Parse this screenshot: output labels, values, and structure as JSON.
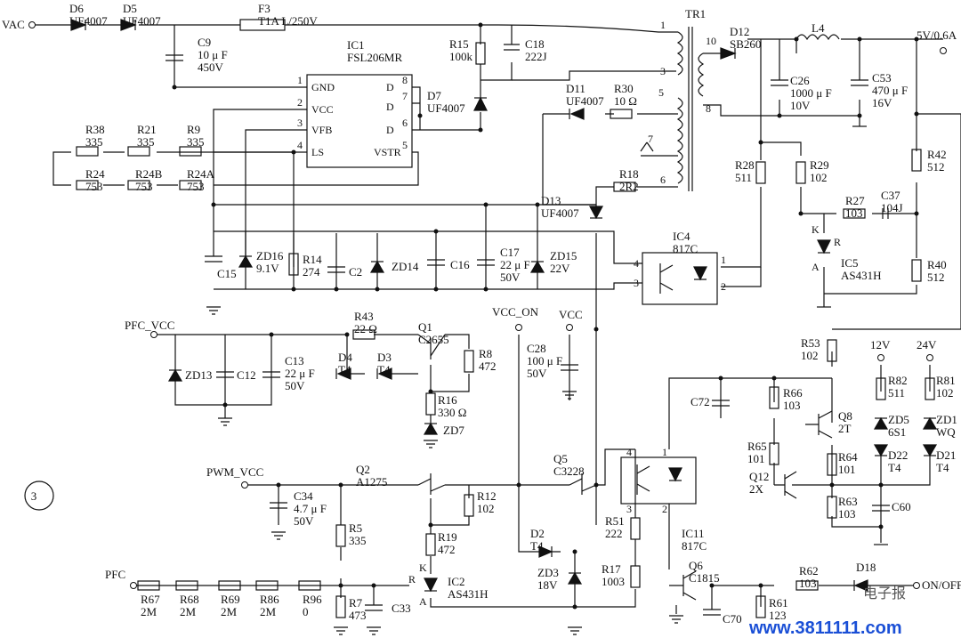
{
  "figure_number": "3",
  "nets": {
    "vac": "VAC",
    "out_5v": "5V/0.6A",
    "pfc_vcc": "PFC_VCC",
    "vcc_on": "VCC_ON",
    "vcc": "VCC",
    "pwm_vcc": "PWM_VCC",
    "pfc": "PFC",
    "v12": "12V",
    "v24": "24V",
    "on_off": "ON/OFF"
  },
  "components": {
    "D6": [
      "D6",
      "UF4007"
    ],
    "D5": [
      "D5",
      "UF4007"
    ],
    "F3": [
      "F3",
      "T1A L/250V"
    ],
    "C9": [
      "C9",
      "10 μ F",
      "450V"
    ],
    "IC1": [
      "IC1",
      "FSL206MR"
    ],
    "R15": [
      "R15",
      "100k"
    ],
    "C18": [
      "C18",
      "222J"
    ],
    "D7": [
      "D7",
      "UF4007"
    ],
    "TR1": [
      "TR1"
    ],
    "D12": [
      "D12",
      "SB260"
    ],
    "L4": [
      "L4"
    ],
    "C26": [
      "C26",
      "1000 μ F",
      "10V"
    ],
    "C53": [
      "C53",
      "470 μ F",
      "16V"
    ],
    "R38": [
      "R38",
      "335"
    ],
    "R21": [
      "R21",
      "335"
    ],
    "R9": [
      "R9",
      "335"
    ],
    "R24": [
      "R24",
      "753"
    ],
    "R24B": [
      "R24B",
      "753"
    ],
    "R24A": [
      "R24A",
      "753"
    ],
    "D11": [
      "D11",
      "UF4007"
    ],
    "R30": [
      "R30",
      "10 Ω"
    ],
    "R18": [
      "R18",
      "2R2"
    ],
    "D13": [
      "D13",
      "UF4007"
    ],
    "R28": [
      "R28",
      "511"
    ],
    "R29": [
      "R29",
      "102"
    ],
    "R42": [
      "R42",
      "512"
    ],
    "R27": [
      "R27",
      "103"
    ],
    "C37": [
      "C37",
      "104J"
    ],
    "R40": [
      "R40",
      "512"
    ],
    "IC4": [
      "IC4",
      "817C"
    ],
    "IC5": [
      "IC5",
      "AS431H"
    ],
    "C15": [
      "C15"
    ],
    "ZD16": [
      "ZD16",
      "9.1V"
    ],
    "R14": [
      "R14",
      "274"
    ],
    "C2": [
      "C2"
    ],
    "ZD14": [
      "ZD14"
    ],
    "C16": [
      "C16"
    ],
    "C17": [
      "C17",
      "22 μ F",
      "50V"
    ],
    "ZD15": [
      "ZD15",
      "22V"
    ],
    "ZD13": [
      "ZD13"
    ],
    "C12": [
      "C12"
    ],
    "C13": [
      "C13",
      "22 μ F",
      "50V"
    ],
    "R43": [
      "R43",
      "22 Ω"
    ],
    "Q1": [
      "Q1",
      "C2655"
    ],
    "D4": [
      "D4",
      "T4"
    ],
    "D3": [
      "D3",
      "T4"
    ],
    "R8": [
      "R8",
      "472"
    ],
    "R16": [
      "R16",
      "330 Ω"
    ],
    "ZD7": [
      "ZD7"
    ],
    "C28": [
      "C28",
      "100 μ F",
      "50V"
    ],
    "R53": [
      "R53",
      "102"
    ],
    "R82": [
      "R82",
      "511"
    ],
    "R81": [
      "R81",
      "102"
    ],
    "C72": [
      "C72"
    ],
    "R66": [
      "R66",
      "103"
    ],
    "Q8": [
      "Q8",
      "2T"
    ],
    "ZD5": [
      "ZD5",
      "6S1"
    ],
    "ZD1": [
      "ZD1",
      "WQ"
    ],
    "D22": [
      "D22",
      "T4"
    ],
    "D21": [
      "D21",
      "T4"
    ],
    "R65": [
      "R65",
      "101"
    ],
    "R64": [
      "R64",
      "101"
    ],
    "Q12": [
      "Q12",
      "2X"
    ],
    "R63": [
      "R63",
      "103"
    ],
    "C60": [
      "C60"
    ],
    "C34": [
      "C34",
      "4.7 μ F",
      "50V"
    ],
    "Q2": [
      "Q2",
      "A1275"
    ],
    "R12": [
      "R12",
      "102"
    ],
    "Q5": [
      "Q5",
      "C3228"
    ],
    "IC11": [
      "IC11",
      "817C"
    ],
    "R5": [
      "R5",
      "335"
    ],
    "R19": [
      "R19",
      "472"
    ],
    "D2": [
      "D2",
      "T4"
    ],
    "ZD3": [
      "ZD3",
      "18V"
    ],
    "R51": [
      "R51",
      "222"
    ],
    "R17": [
      "R17",
      "1003"
    ],
    "IC2": [
      "IC2",
      "AS431H"
    ],
    "Q6": [
      "Q6",
      "C1815"
    ],
    "R62": [
      "R62",
      "103"
    ],
    "D18": [
      "D18"
    ],
    "R67": [
      "R67",
      "2M"
    ],
    "R68": [
      "R68",
      "2M"
    ],
    "R69": [
      "R69",
      "2M"
    ],
    "R86": [
      "R86",
      "2M"
    ],
    "R96": [
      "R96",
      "0"
    ],
    "R7": [
      "R7",
      "473"
    ],
    "C33": [
      "C33"
    ],
    "C70": [
      "C70"
    ],
    "R61": [
      "R61",
      "123"
    ]
  },
  "ic1_pins": {
    "p1": "1",
    "p2": "2",
    "p3": "3",
    "p4": "4",
    "p5": "5",
    "p6": "6",
    "p7": "7",
    "p8": "8",
    "gnd": "GND",
    "vcc": "VCC",
    "vfb": "VFB",
    "ls": "LS",
    "vstr": "VSTR",
    "d": "D"
  },
  "tr1_pins": {
    "p1": "1",
    "p3": "3",
    "p5": "5",
    "p6": "6",
    "p7": "7",
    "p8": "8",
    "p10": "10"
  },
  "opto_pins": {
    "p1": "1",
    "p2": "2",
    "p3": "3",
    "p4": "4"
  },
  "tl431_pins": {
    "k": "K",
    "a": "A",
    "r": "R"
  },
  "watermark": {
    "brand": "电子报",
    "url": "www.3811111.com"
  }
}
